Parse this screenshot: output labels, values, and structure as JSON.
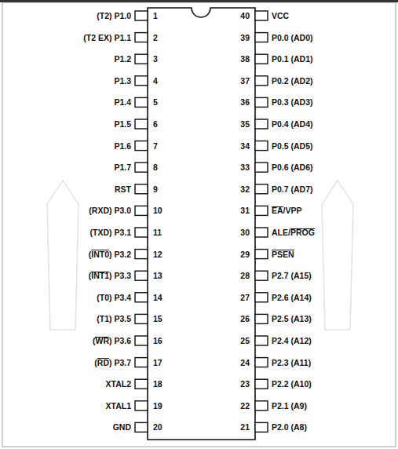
{
  "diagram": {
    "labels": [
      "(T2) P1.0",
      "1",
      "40",
      "VCC",
      "(T2 EX) P1.1",
      "2",
      "39",
      "P0.0 (AD0)",
      "P1.2",
      "3",
      "38",
      "P0.1 (AD1)",
      "P1.3",
      "4",
      "37",
      "P0.2 (AD2)",
      "P1.4",
      "5",
      "36",
      "P0.3 (AD3)",
      "P1.5",
      "6",
      "35",
      "P0.4 (AD4)",
      "P1.6",
      "7",
      "34",
      "P0.5 (AD5)",
      "P1.7",
      "8",
      "33",
      "P0.6 (AD6)",
      "RST",
      "9",
      "32",
      "P0.7 (AD7)",
      "(RXD) P3.0",
      "10",
      "31",
      "EA/VPP",
      "(TXD) P3.1",
      "11",
      "30",
      "ALE/PROG",
      "(INT0) P3.2",
      "12",
      "29",
      "PSEN",
      "(INT1) P3.3",
      "13",
      "28",
      "P2.7 (A15)",
      "(T0) P3.4",
      "14",
      "27",
      "P2.6 (A14)",
      "(T1) P3.5",
      "15",
      "26",
      "P2.5 (A13)",
      "(WR) P3.6",
      "16",
      "25",
      "P2.4 (A12)",
      "(RD) P3.7",
      "17",
      "24",
      "P2.3 (A11)",
      "XTAL2",
      "18",
      "23",
      "P2.2 (A10)",
      "XTAL1",
      "19",
      "22",
      "P2.1 (A9)",
      "GND",
      "20",
      "21",
      "P2.0 (A8)"
    ]
  }
}
